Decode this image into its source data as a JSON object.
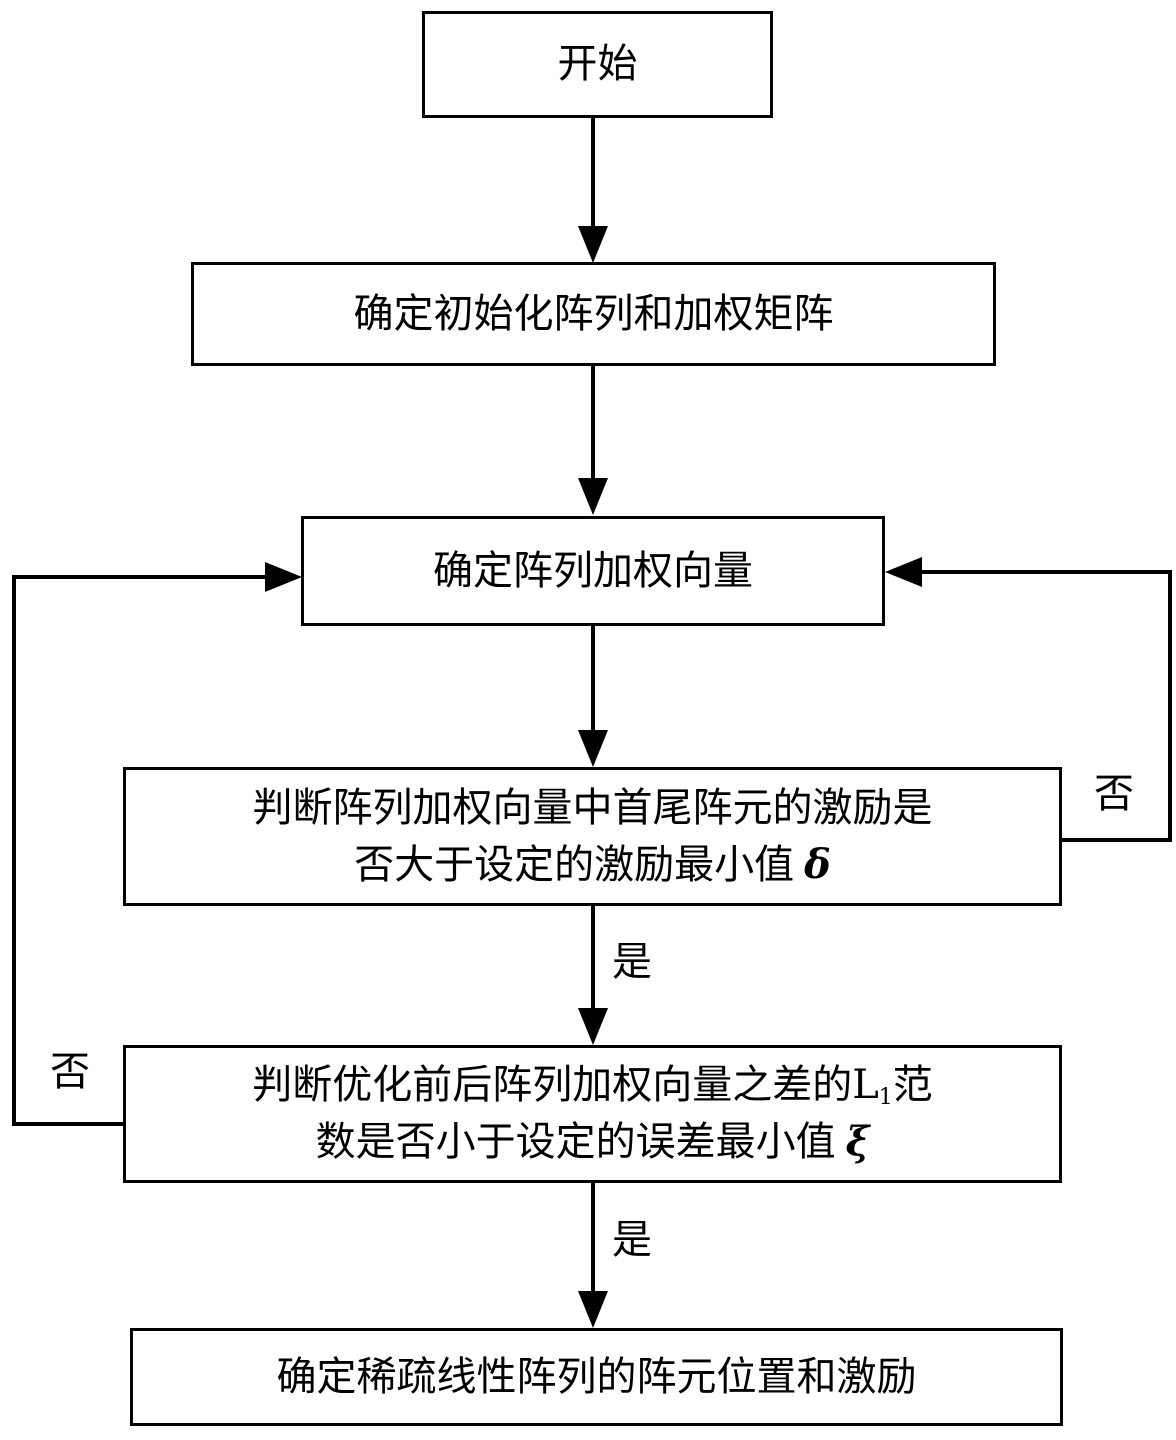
{
  "nodes": {
    "start": {
      "label": "开始"
    },
    "init": {
      "label": "确定初始化阵列和加权矩阵"
    },
    "weight_vector": {
      "label": "确定阵列加权向量"
    },
    "check_excitation": {
      "line1": "判断阵列加权向量中首尾阵元的激励是",
      "line2": "否大于设定的激励最小值",
      "symbol": "δ"
    },
    "check_norm": {
      "line1_prefix": "判断优化前后阵列加权向量之差的L",
      "line1_sub": "1",
      "line1_suffix": "范",
      "line2": "数是否小于设定的误差最小值",
      "symbol": "ξ"
    },
    "result": {
      "label": "确定稀疏线性阵列的阵元位置和激励"
    }
  },
  "edges": {
    "excitation_no": "否",
    "excitation_yes": "是",
    "norm_no": "否",
    "norm_yes": "是"
  }
}
